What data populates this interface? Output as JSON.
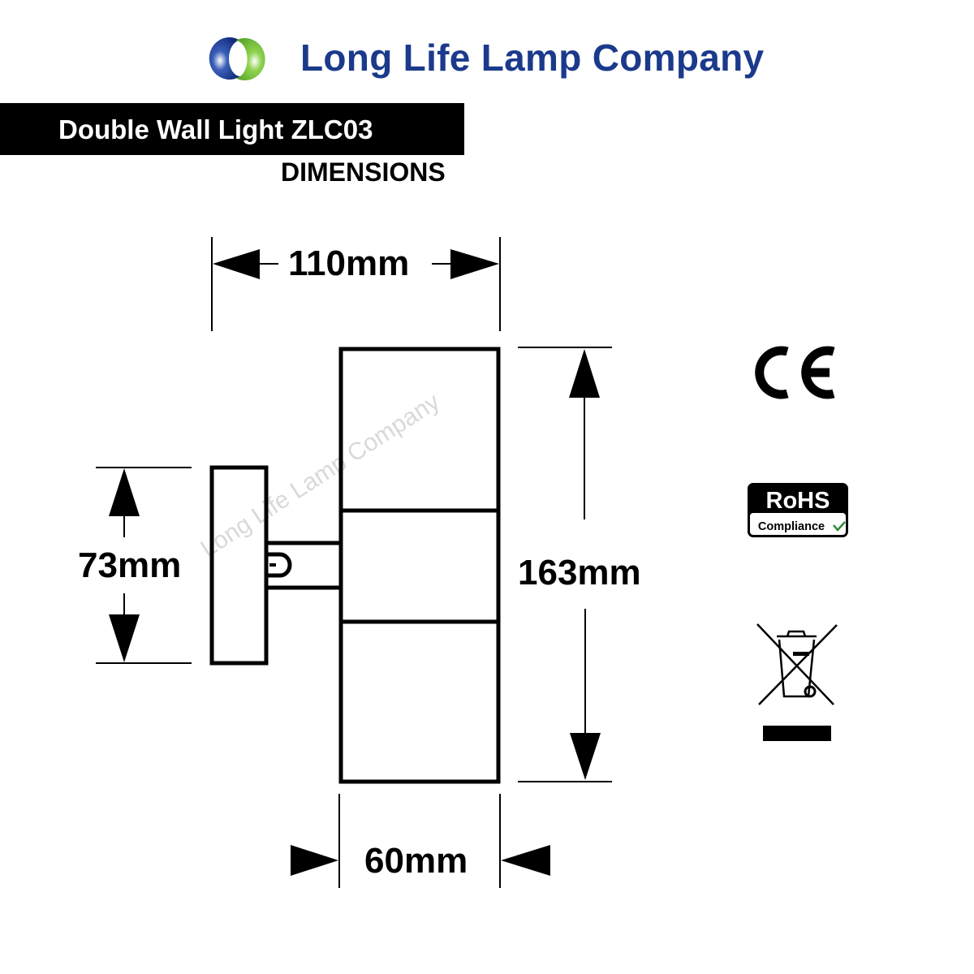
{
  "header": {
    "logo_icon": "two-overlapping-rings-logo",
    "brand_name": "Long Life Lamp Company",
    "brand_color": "#1b3a8c",
    "logo_colors": {
      "blue": "#1b3a8c",
      "green": "#7ac943"
    }
  },
  "product": {
    "title": "Double Wall Light ZLC03",
    "section": "DIMENSIONS"
  },
  "dimensions": {
    "overall_depth": "110mm",
    "wall_plate_height": "73mm",
    "body_height": "163mm",
    "body_width": "60mm"
  },
  "watermark": "Long Life Lamp Company",
  "certifications": [
    {
      "name": "CE",
      "label": "CE"
    },
    {
      "name": "RoHS",
      "label": "RoHS",
      "sub_label": "Compliance",
      "check_color": "#2e8b3a"
    },
    {
      "name": "WEEE",
      "label": "crossed-out-wheelie-bin"
    }
  ]
}
